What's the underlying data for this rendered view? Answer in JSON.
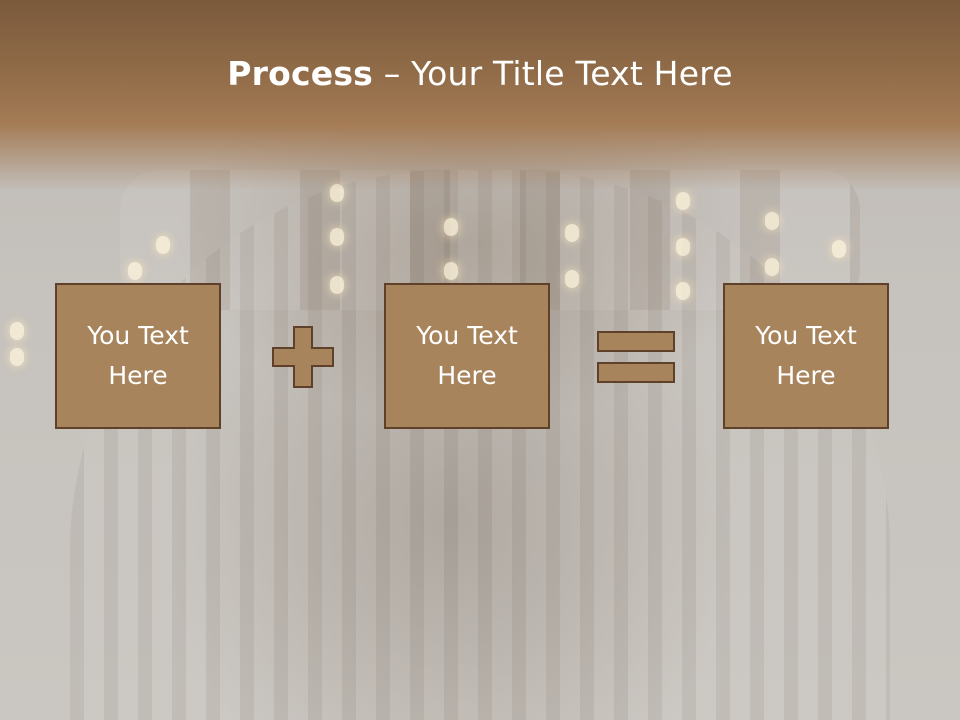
{
  "slide": {
    "title_bold": "Process",
    "title_rest": " – Your Title Text Here",
    "boxes": [
      {
        "line1": "You Text",
        "line2": "Here"
      },
      {
        "line1": "You Text",
        "line2": "Here"
      },
      {
        "line1": "You Text",
        "line2": "Here"
      }
    ],
    "operators": [
      "plus-icon",
      "equals-icon"
    ]
  },
  "colors": {
    "header": "#8f6a47",
    "box_fill": "#a8845c",
    "box_border": "#5e4128",
    "text": "#ffffff"
  }
}
